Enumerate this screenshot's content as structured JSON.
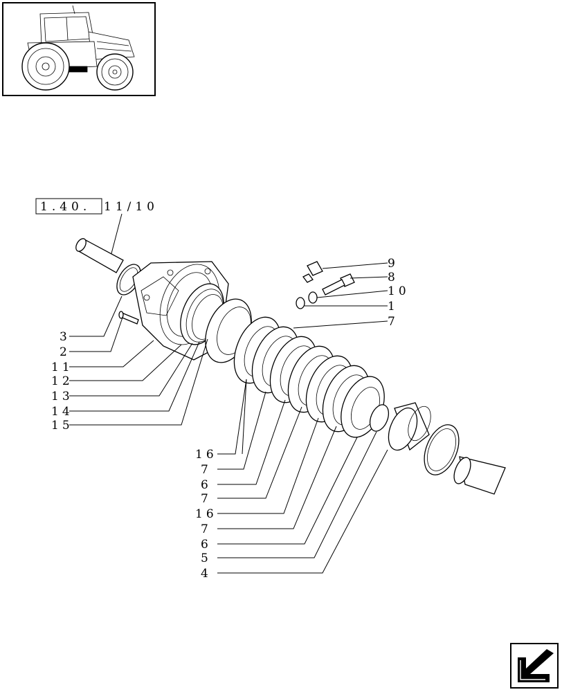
{
  "thumbnail": {
    "icon": "tractor-icon"
  },
  "reference": {
    "boxed": "1.40.",
    "suffix": "11/10"
  },
  "callouts": [
    {
      "id": "c9",
      "text": "9"
    },
    {
      "id": "c8",
      "text": "8"
    },
    {
      "id": "c10",
      "text": "10"
    },
    {
      "id": "c1",
      "text": "1"
    },
    {
      "id": "c7a",
      "text": "7"
    },
    {
      "id": "c3",
      "text": "3"
    },
    {
      "id": "c2",
      "text": "2"
    },
    {
      "id": "c11",
      "text": "11"
    },
    {
      "id": "c12",
      "text": "12"
    },
    {
      "id": "c13",
      "text": "13"
    },
    {
      "id": "c14",
      "text": "14"
    },
    {
      "id": "c15",
      "text": "15"
    },
    {
      "id": "c16a",
      "text": "16"
    },
    {
      "id": "c7b",
      "text": "7"
    },
    {
      "id": "c6a",
      "text": "6"
    },
    {
      "id": "c7c",
      "text": "7"
    },
    {
      "id": "c16b",
      "text": "16"
    },
    {
      "id": "c7d",
      "text": "7"
    },
    {
      "id": "c6b",
      "text": "6"
    },
    {
      "id": "c5",
      "text": "5"
    },
    {
      "id": "c4",
      "text": "4"
    }
  ],
  "nav": {
    "icon": "next-page-arrow-icon"
  }
}
